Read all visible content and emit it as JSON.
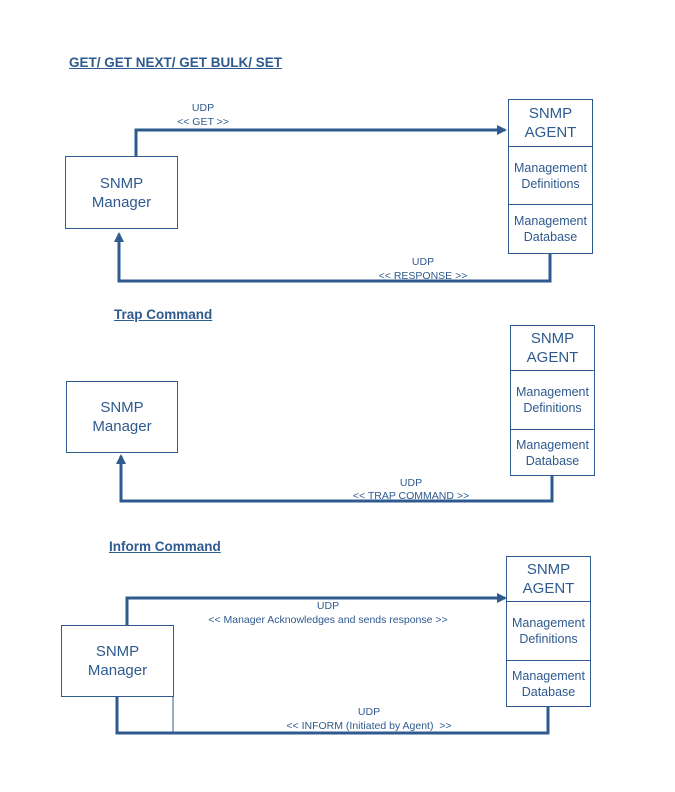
{
  "sections": [
    {
      "heading": "GET/ GET NEXT/ GET BULK/ SET",
      "manager": {
        "line1": "SNMP",
        "line2": "Manager"
      },
      "agent": {
        "title1": "SNMP",
        "title2": "AGENT",
        "def1": "Management",
        "def2": "Definitions",
        "db1": "Management",
        "db2": "Database"
      },
      "request": {
        "protocol": "UDP",
        "label": "<< GET >>"
      },
      "response": {
        "protocol": "UDP",
        "label": "<< RESPONSE >>"
      }
    },
    {
      "heading": "Trap Command",
      "manager": {
        "line1": "SNMP",
        "line2": "Manager"
      },
      "agent": {
        "title1": "SNMP",
        "title2": "AGENT",
        "def1": "Management",
        "def2": "Definitions",
        "db1": "Management",
        "db2": "Database"
      },
      "response": {
        "protocol": "UDP",
        "label": "<< TRAP COMMAND >>"
      }
    },
    {
      "heading": "Inform Command",
      "manager": {
        "line1": "SNMP",
        "line2": "Manager"
      },
      "agent": {
        "title1": "SNMP",
        "title2": "AGENT",
        "def1": "Management",
        "def2": "Definitions",
        "db1": "Management",
        "db2": "Database"
      },
      "request": {
        "protocol": "UDP",
        "label": "<< Manager Acknowledges and sends response >>"
      },
      "response": {
        "protocol": "UDP",
        "label": "<< INFORM (Initiated by Agent)  >>"
      }
    }
  ],
  "colors": {
    "primary": "#2e5a8f"
  }
}
